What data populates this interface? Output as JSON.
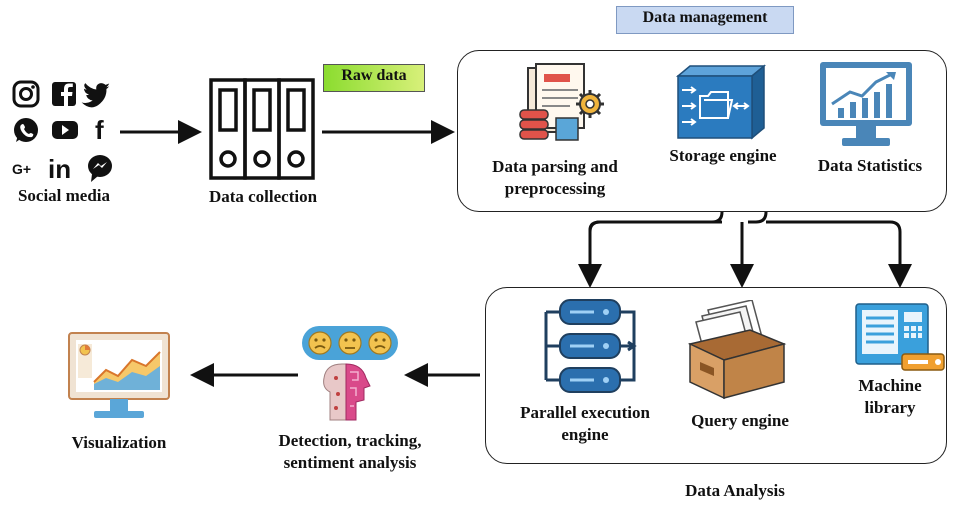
{
  "titles": {
    "data_management": "Data management",
    "data_analysis": "Data Analysis"
  },
  "raw_data": "Raw data",
  "nodes": {
    "social_media": "Social media",
    "data_collection": "Data collection",
    "data_parsing_line1": "Data parsing and",
    "data_parsing_line2": "preprocessing",
    "storage_engine": "Storage engine",
    "data_statistics": "Data Statistics",
    "parallel_line1": "Parallel execution",
    "parallel_line2": "engine",
    "query_engine": "Query engine",
    "machine_line1": "Machine",
    "machine_line2": "library",
    "detection_line1": "Detection, tracking,",
    "detection_line2": "sentiment analysis",
    "visualization": "Visualization"
  },
  "social_icons": {
    "gplus_text": "G+",
    "linkedin_text": "in",
    "facebook_f": "f"
  },
  "colors": {
    "data_management_bg": "#c9d9f2",
    "raw_data_gradient_start": "#8bdc2f",
    "raw_data_gradient_end": "#d8f07a",
    "storage_blue": "#2b7bbf",
    "statistics_blue": "#4a86b8",
    "machine_blue": "#3aa0dc",
    "query_box": "#d9a066",
    "emoji_blue": "#4aa3d8",
    "emoji_face": "#f2c34f"
  }
}
